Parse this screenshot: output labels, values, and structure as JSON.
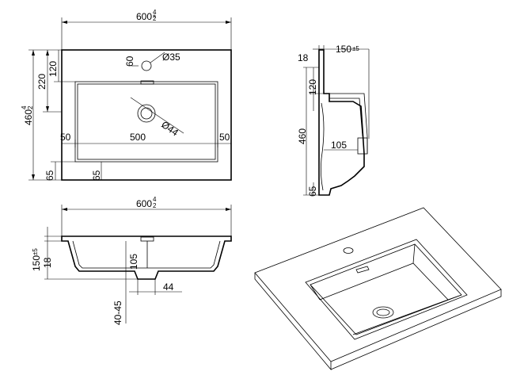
{
  "top_view": {
    "width": "600",
    "width_tol_plus": "4",
    "width_tol_minus": "2",
    "height": "460",
    "height_tol_plus": "4",
    "height_tol_minus": "2",
    "dim_220": "220",
    "dim_120": "120",
    "dim_60": "60",
    "hole": "Ø35",
    "drain": "Ø44",
    "bowl_width": "500",
    "margin_left": "50",
    "margin_right": "50",
    "bottom_left": "65",
    "bottom_inner": "65"
  },
  "side_view": {
    "dim_18": "18",
    "dim_150": "150",
    "dim_150_tol": "±5",
    "dim_120": "120",
    "dim_460": "460",
    "dim_105": "105",
    "dim_65": "65"
  },
  "front_view": {
    "width": "600",
    "width_tol_plus": "4",
    "width_tol_minus": "2",
    "dim_150": "150",
    "dim_150_tol": "±5",
    "dim_18": "18",
    "dim_105": "105",
    "dim_44": "44",
    "dim_40_45": "40-45"
  }
}
